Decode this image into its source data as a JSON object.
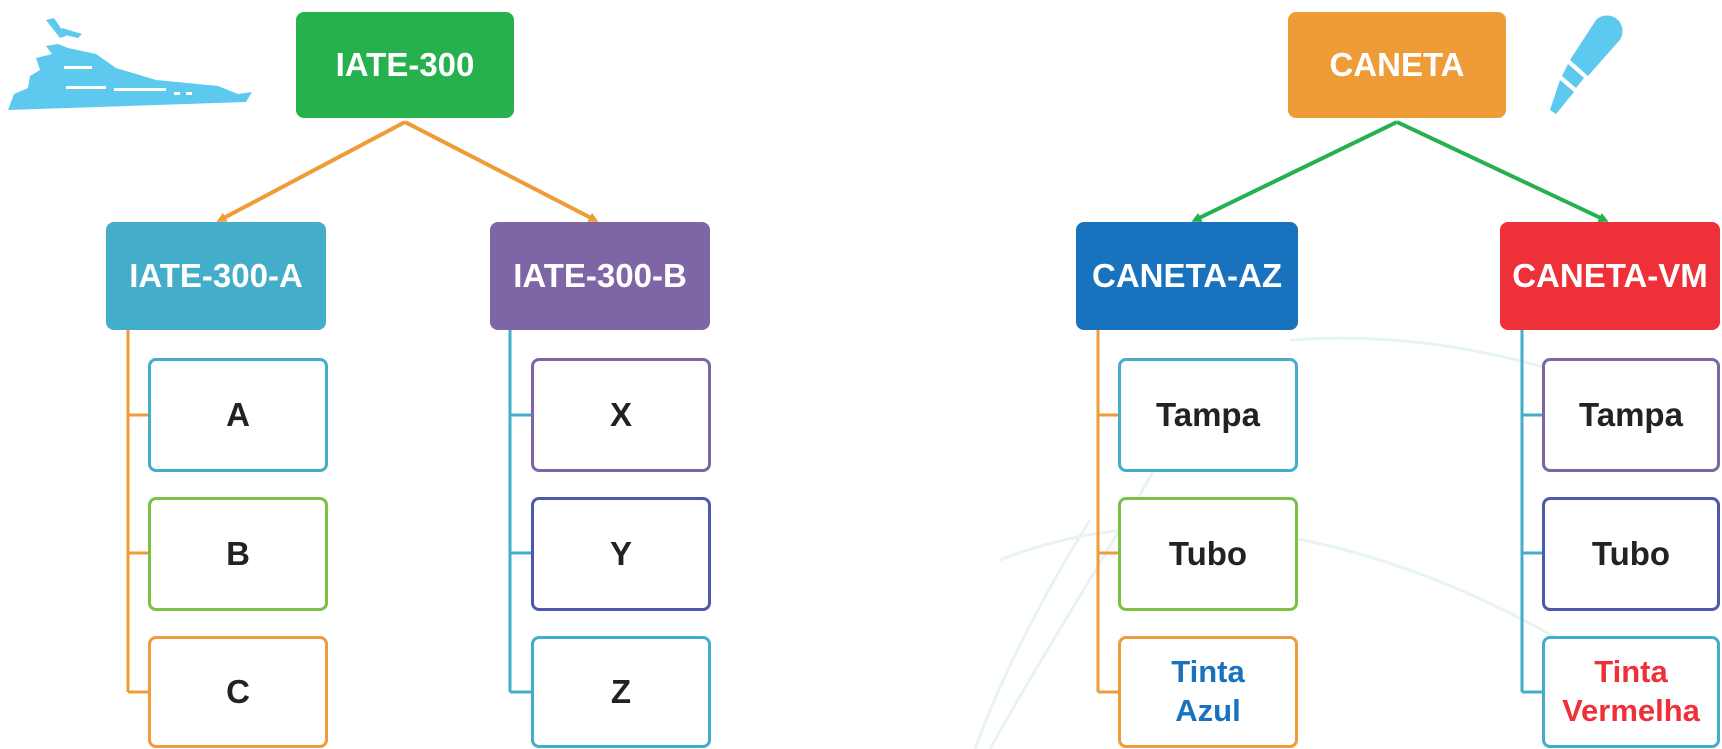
{
  "icons": [
    "yacht-icon",
    "pen-icon"
  ],
  "trees": {
    "iate": {
      "root": {
        "label": "IATE-300",
        "color": "#27b04e"
      },
      "left": {
        "label": "IATE-300-A",
        "color": "#44adc9"
      },
      "right": {
        "label": "IATE-300-B",
        "color": "#7e65a5"
      },
      "left_items": [
        "A",
        "B",
        "C"
      ],
      "right_items": [
        "X",
        "Y",
        "Z"
      ]
    },
    "caneta": {
      "root": {
        "label": "CANETA",
        "color": "#ee9c38"
      },
      "left": {
        "label": "CANETA-AZ",
        "color": "#1872bd"
      },
      "right": {
        "label": "CANETA-VM",
        "color": "#ee3038"
      },
      "left_items": [
        "Tampa",
        "Tubo",
        "Tinta Azul"
      ],
      "right_items": [
        "Tampa",
        "Tubo",
        "Tinta Vermelha"
      ]
    }
  },
  "colors": {
    "connector_orange": "#ee9c38",
    "connector_green": "#27b04e",
    "connector_teal": "#44adc9",
    "leaf_border_teal": "#44adc9",
    "leaf_border_green": "#7dc144",
    "leaf_border_orange": "#ee9c38",
    "leaf_border_purple": "#7e65a5",
    "leaf_border_indigo": "#4d5aa9",
    "ink_blue": "#1872bd",
    "ink_red": "#ee3038"
  }
}
